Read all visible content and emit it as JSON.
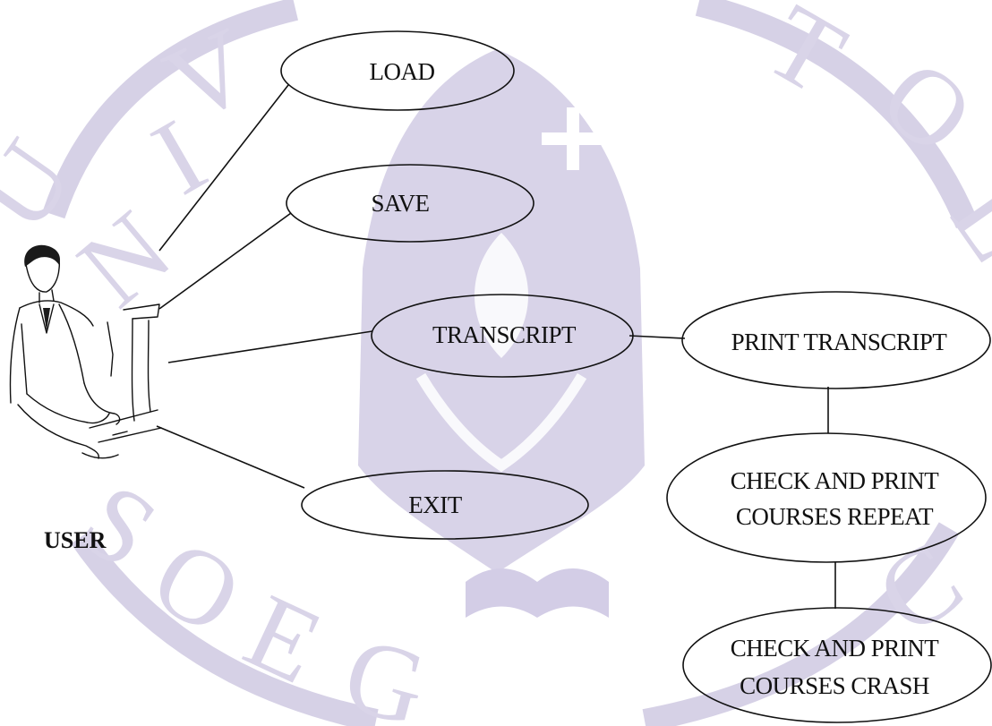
{
  "actor": {
    "label": "USER",
    "icon": "user-at-computer-icon"
  },
  "use_cases": {
    "load": "LOAD",
    "save": "SAVE",
    "transcript": "TRANSCRIPT",
    "exit": "EXIT",
    "print_transcript": "PRINT TRANSCRIPT",
    "check_repeat": [
      "CHECK AND PRINT",
      "COURSES REPEAT"
    ],
    "check_crash": [
      "CHECK AND PRINT",
      "COURSES CRASH"
    ]
  },
  "colors": {
    "line": "#111111",
    "watermark": "#d6d1e6",
    "background": "#ffffff"
  }
}
